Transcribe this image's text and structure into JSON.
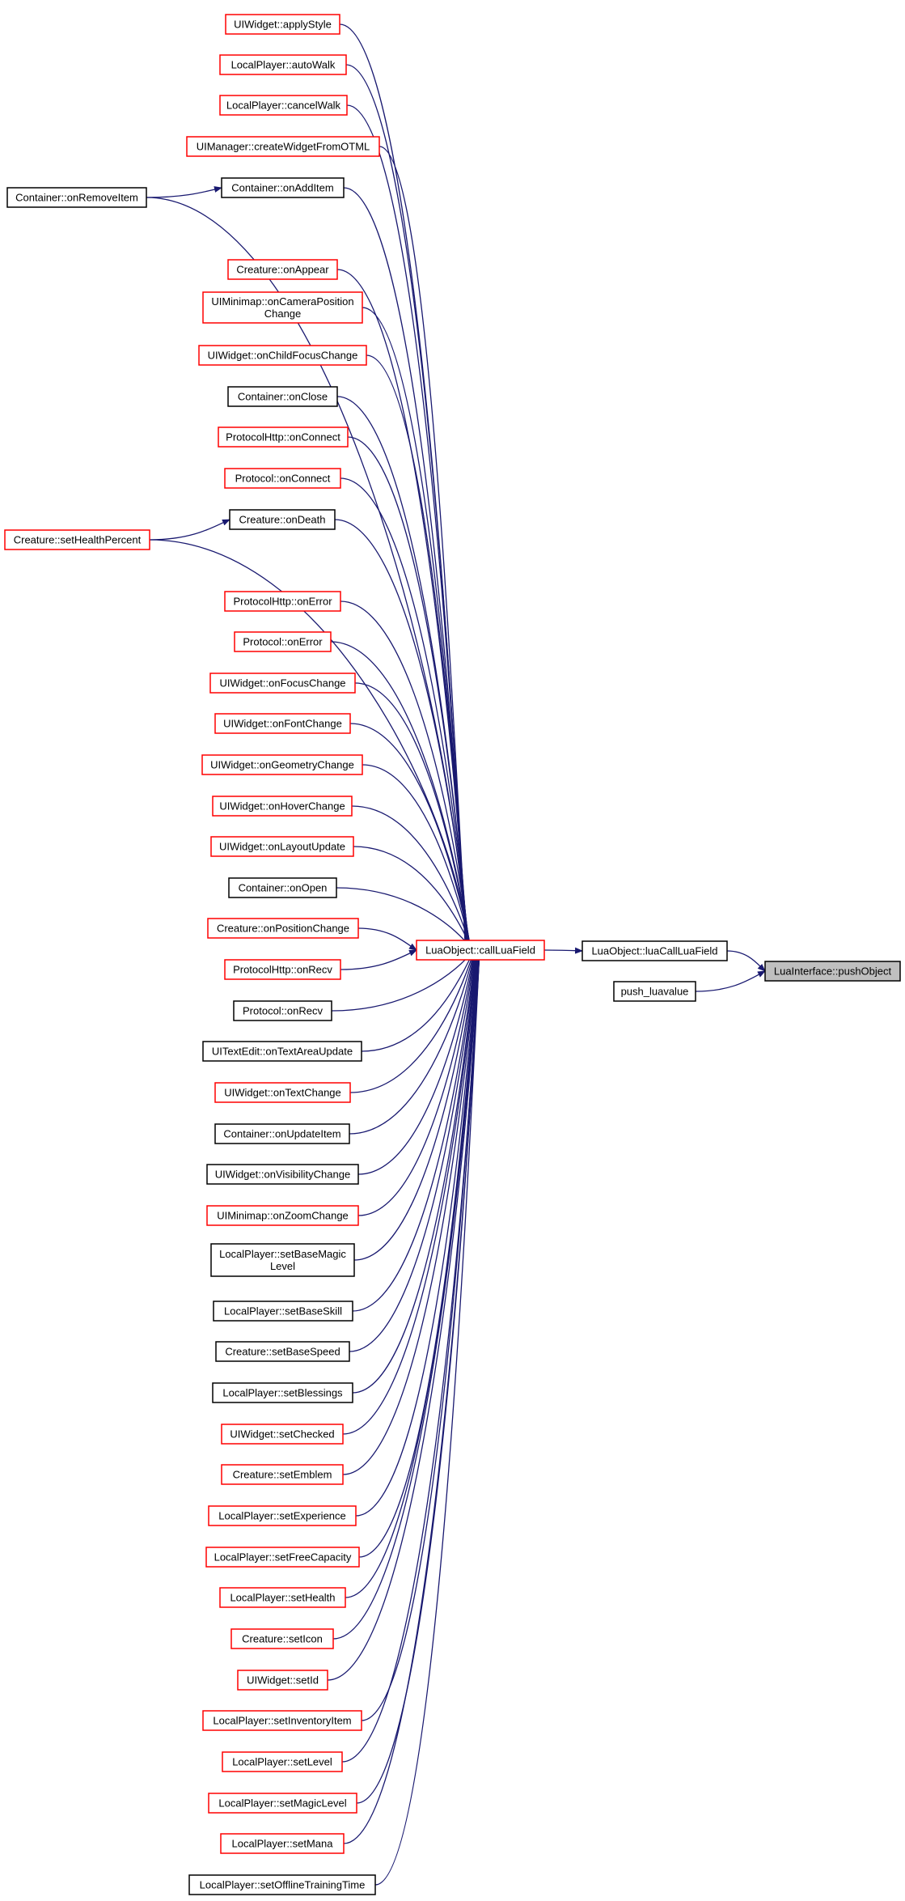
{
  "colors": {
    "edge": "#191970",
    "border_red": "#ff0000",
    "border_black": "#000000",
    "highlight_fill": "#bfbfbf"
  },
  "nodes": [
    {
      "id": "n_applyStyle",
      "label": [
        "UIWidget::applyStyle"
      ],
      "border": "red"
    },
    {
      "id": "n_autoWalk",
      "label": [
        "LocalPlayer::autoWalk"
      ],
      "border": "red"
    },
    {
      "id": "n_cancelWalk",
      "label": [
        "LocalPlayer::cancelWalk"
      ],
      "border": "red"
    },
    {
      "id": "n_createWidgetFromOTML",
      "label": [
        "UIManager::createWidgetFromOTML"
      ],
      "border": "red"
    },
    {
      "id": "n_onAddItem",
      "label": [
        "Container::onAddItem"
      ],
      "border": "black"
    },
    {
      "id": "n_onRemoveItem",
      "label": [
        "Container::onRemoveItem"
      ],
      "border": "black"
    },
    {
      "id": "n_onAppear",
      "label": [
        "Creature::onAppear"
      ],
      "border": "red"
    },
    {
      "id": "n_onCameraPositionChange",
      "label": [
        "UIMinimap::onCameraPosition",
        "Change"
      ],
      "border": "red"
    },
    {
      "id": "n_onChildFocusChange",
      "label": [
        "UIWidget::onChildFocusChange"
      ],
      "border": "red"
    },
    {
      "id": "n_onClose",
      "label": [
        "Container::onClose"
      ],
      "border": "black"
    },
    {
      "id": "n_httpOnConnect",
      "label": [
        "ProtocolHttp::onConnect"
      ],
      "border": "red"
    },
    {
      "id": "n_protoOnConnect",
      "label": [
        "Protocol::onConnect"
      ],
      "border": "red"
    },
    {
      "id": "n_onDeath",
      "label": [
        "Creature::onDeath"
      ],
      "border": "black"
    },
    {
      "id": "n_setHealthPercent",
      "label": [
        "Creature::setHealthPercent"
      ],
      "border": "red"
    },
    {
      "id": "n_httpOnError",
      "label": [
        "ProtocolHttp::onError"
      ],
      "border": "red"
    },
    {
      "id": "n_protoOnError",
      "label": [
        "Protocol::onError"
      ],
      "border": "red"
    },
    {
      "id": "n_onFocusChange",
      "label": [
        "UIWidget::onFocusChange"
      ],
      "border": "red"
    },
    {
      "id": "n_onFontChange",
      "label": [
        "UIWidget::onFontChange"
      ],
      "border": "red"
    },
    {
      "id": "n_onGeometryChange",
      "label": [
        "UIWidget::onGeometryChange"
      ],
      "border": "red"
    },
    {
      "id": "n_onHoverChange",
      "label": [
        "UIWidget::onHoverChange"
      ],
      "border": "red"
    },
    {
      "id": "n_onLayoutUpdate",
      "label": [
        "UIWidget::onLayoutUpdate"
      ],
      "border": "red"
    },
    {
      "id": "n_onOpen",
      "label": [
        "Container::onOpen"
      ],
      "border": "black"
    },
    {
      "id": "n_onPositionChange",
      "label": [
        "Creature::onPositionChange"
      ],
      "border": "red"
    },
    {
      "id": "n_httpOnRecv",
      "label": [
        "ProtocolHttp::onRecv"
      ],
      "border": "red"
    },
    {
      "id": "n_protoOnRecv",
      "label": [
        "Protocol::onRecv"
      ],
      "border": "black"
    },
    {
      "id": "n_onTextAreaUpdate",
      "label": [
        "UITextEdit::onTextAreaUpdate"
      ],
      "border": "black"
    },
    {
      "id": "n_onTextChange",
      "label": [
        "UIWidget::onTextChange"
      ],
      "border": "red"
    },
    {
      "id": "n_onUpdateItem",
      "label": [
        "Container::onUpdateItem"
      ],
      "border": "black"
    },
    {
      "id": "n_onVisibilityChange",
      "label": [
        "UIWidget::onVisibilityChange"
      ],
      "border": "black"
    },
    {
      "id": "n_onZoomChange",
      "label": [
        "UIMinimap::onZoomChange"
      ],
      "border": "red"
    },
    {
      "id": "n_setBaseMagicLevel",
      "label": [
        "LocalPlayer::setBaseMagic",
        "Level"
      ],
      "border": "black"
    },
    {
      "id": "n_setBaseSkill",
      "label": [
        "LocalPlayer::setBaseSkill"
      ],
      "border": "black"
    },
    {
      "id": "n_setBaseSpeed",
      "label": [
        "Creature::setBaseSpeed"
      ],
      "border": "black"
    },
    {
      "id": "n_setBlessings",
      "label": [
        "LocalPlayer::setBlessings"
      ],
      "border": "black"
    },
    {
      "id": "n_setChecked",
      "label": [
        "UIWidget::setChecked"
      ],
      "border": "red"
    },
    {
      "id": "n_setEmblem",
      "label": [
        "Creature::setEmblem"
      ],
      "border": "red"
    },
    {
      "id": "n_setExperience",
      "label": [
        "LocalPlayer::setExperience"
      ],
      "border": "red"
    },
    {
      "id": "n_setFreeCapacity",
      "label": [
        "LocalPlayer::setFreeCapacity"
      ],
      "border": "red"
    },
    {
      "id": "n_setHealth",
      "label": [
        "LocalPlayer::setHealth"
      ],
      "border": "red"
    },
    {
      "id": "n_setIcon",
      "label": [
        "Creature::setIcon"
      ],
      "border": "red"
    },
    {
      "id": "n_setId",
      "label": [
        "UIWidget::setId"
      ],
      "border": "red"
    },
    {
      "id": "n_setInventoryItem",
      "label": [
        "LocalPlayer::setInventoryItem"
      ],
      "border": "red"
    },
    {
      "id": "n_setLevel",
      "label": [
        "LocalPlayer::setLevel"
      ],
      "border": "red"
    },
    {
      "id": "n_setMagicLevel",
      "label": [
        "LocalPlayer::setMagicLevel"
      ],
      "border": "red"
    },
    {
      "id": "n_setMana",
      "label": [
        "LocalPlayer::setMana"
      ],
      "border": "red"
    },
    {
      "id": "n_setOfflineTrainingTime",
      "label": [
        "LocalPlayer::setOfflineTrainingTime"
      ],
      "border": "black"
    },
    {
      "id": "n_callLuaField",
      "label": [
        "LuaObject::callLuaField"
      ],
      "border": "red"
    },
    {
      "id": "n_luaCallLuaField",
      "label": [
        "LuaObject::luaCallLuaField"
      ],
      "border": "black"
    },
    {
      "id": "n_push_luavalue",
      "label": [
        "push_luavalue"
      ],
      "border": "black"
    },
    {
      "id": "n_pushObject",
      "label": [
        "LuaInterface::pushObject"
      ],
      "border": "black",
      "highlight": true
    }
  ],
  "edges": [
    {
      "from": "n_applyStyle",
      "to": "n_callLuaField"
    },
    {
      "from": "n_autoWalk",
      "to": "n_callLuaField"
    },
    {
      "from": "n_cancelWalk",
      "to": "n_callLuaField"
    },
    {
      "from": "n_createWidgetFromOTML",
      "to": "n_callLuaField"
    },
    {
      "from": "n_onAddItem",
      "to": "n_callLuaField"
    },
    {
      "from": "n_onRemoveItem",
      "to": "n_onAddItem"
    },
    {
      "from": "n_onRemoveItem",
      "to": "n_callLuaField"
    },
    {
      "from": "n_onAppear",
      "to": "n_callLuaField"
    },
    {
      "from": "n_onCameraPositionChange",
      "to": "n_callLuaField"
    },
    {
      "from": "n_onChildFocusChange",
      "to": "n_callLuaField"
    },
    {
      "from": "n_onClose",
      "to": "n_callLuaField"
    },
    {
      "from": "n_httpOnConnect",
      "to": "n_callLuaField"
    },
    {
      "from": "n_protoOnConnect",
      "to": "n_callLuaField"
    },
    {
      "from": "n_onDeath",
      "to": "n_callLuaField"
    },
    {
      "from": "n_setHealthPercent",
      "to": "n_onDeath"
    },
    {
      "from": "n_setHealthPercent",
      "to": "n_callLuaField"
    },
    {
      "from": "n_httpOnError",
      "to": "n_callLuaField"
    },
    {
      "from": "n_protoOnError",
      "to": "n_callLuaField"
    },
    {
      "from": "n_onFocusChange",
      "to": "n_callLuaField"
    },
    {
      "from": "n_onFontChange",
      "to": "n_callLuaField"
    },
    {
      "from": "n_onGeometryChange",
      "to": "n_callLuaField"
    },
    {
      "from": "n_onHoverChange",
      "to": "n_callLuaField"
    },
    {
      "from": "n_onLayoutUpdate",
      "to": "n_callLuaField"
    },
    {
      "from": "n_onOpen",
      "to": "n_callLuaField"
    },
    {
      "from": "n_onPositionChange",
      "to": "n_callLuaField"
    },
    {
      "from": "n_httpOnRecv",
      "to": "n_callLuaField"
    },
    {
      "from": "n_protoOnRecv",
      "to": "n_callLuaField"
    },
    {
      "from": "n_onTextAreaUpdate",
      "to": "n_callLuaField"
    },
    {
      "from": "n_onTextChange",
      "to": "n_callLuaField"
    },
    {
      "from": "n_onUpdateItem",
      "to": "n_callLuaField"
    },
    {
      "from": "n_onVisibilityChange",
      "to": "n_callLuaField"
    },
    {
      "from": "n_onZoomChange",
      "to": "n_callLuaField"
    },
    {
      "from": "n_setBaseMagicLevel",
      "to": "n_callLuaField"
    },
    {
      "from": "n_setBaseSkill",
      "to": "n_callLuaField"
    },
    {
      "from": "n_setBaseSpeed",
      "to": "n_callLuaField"
    },
    {
      "from": "n_setBlessings",
      "to": "n_callLuaField"
    },
    {
      "from": "n_setChecked",
      "to": "n_callLuaField"
    },
    {
      "from": "n_setEmblem",
      "to": "n_callLuaField"
    },
    {
      "from": "n_setExperience",
      "to": "n_callLuaField"
    },
    {
      "from": "n_setFreeCapacity",
      "to": "n_callLuaField"
    },
    {
      "from": "n_setHealth",
      "to": "n_callLuaField"
    },
    {
      "from": "n_setIcon",
      "to": "n_callLuaField"
    },
    {
      "from": "n_setId",
      "to": "n_callLuaField"
    },
    {
      "from": "n_setInventoryItem",
      "to": "n_callLuaField"
    },
    {
      "from": "n_setLevel",
      "to": "n_callLuaField"
    },
    {
      "from": "n_setMagicLevel",
      "to": "n_callLuaField"
    },
    {
      "from": "n_setMana",
      "to": "n_callLuaField"
    },
    {
      "from": "n_setOfflineTrainingTime",
      "to": "n_callLuaField"
    },
    {
      "from": "n_callLuaField",
      "to": "n_luaCallLuaField"
    },
    {
      "from": "n_luaCallLuaField",
      "to": "n_pushObject"
    },
    {
      "from": "n_push_luavalue",
      "to": "n_pushObject"
    }
  ]
}
